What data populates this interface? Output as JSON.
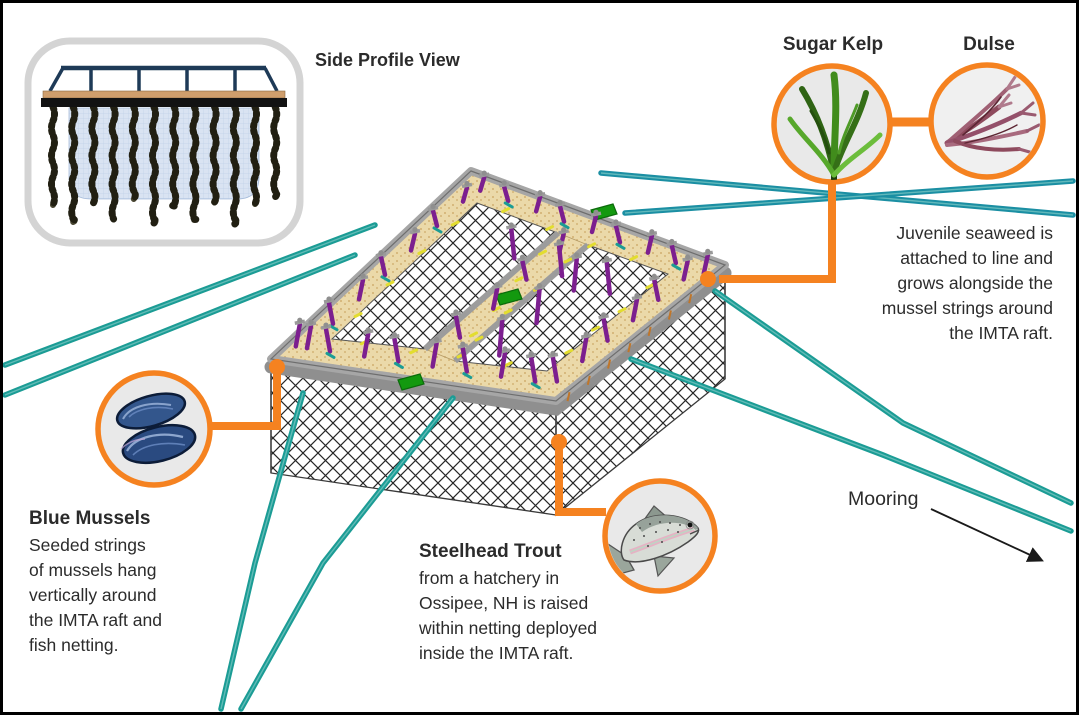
{
  "inset": {
    "label_lines": [
      "Side",
      "Profile",
      "View"
    ]
  },
  "callouts": {
    "sugar_kelp": {
      "label": "Sugar Kelp",
      "icon": "sugar-kelp-photo"
    },
    "dulse": {
      "label": "Dulse",
      "icon": "dulse-photo"
    },
    "seaweed_note_lines": [
      "Juvenile seaweed is",
      "attached to line and",
      "grows alongside the",
      "mussel strings around",
      "the IMTA raft."
    ],
    "blue_mussels": {
      "title": "Blue Mussels",
      "body_lines": [
        "Seeded strings",
        "of mussels hang",
        "vertically around",
        "the IMTA raft and",
        "fish netting."
      ],
      "icon": "blue-mussels-illustration"
    },
    "steelhead_trout": {
      "title": "Steelhead Trout",
      "body_lines": [
        "from a hatchery in",
        "Ossipee, NH is raised",
        "within netting deployed",
        "inside the IMTA raft."
      ],
      "icon": "steelhead-trout-illustration"
    },
    "mooring": {
      "label": "Mooring"
    }
  },
  "colors": {
    "accent_orange": "#F58220",
    "mooring_teal": "#1B9C95",
    "rope_teal_dark": "#1B8FA3",
    "deck_tan": "#EBD9A9",
    "post_purple": "#7C1F8F",
    "net_line": "#262626",
    "text_ink": "#2B2B2B"
  }
}
